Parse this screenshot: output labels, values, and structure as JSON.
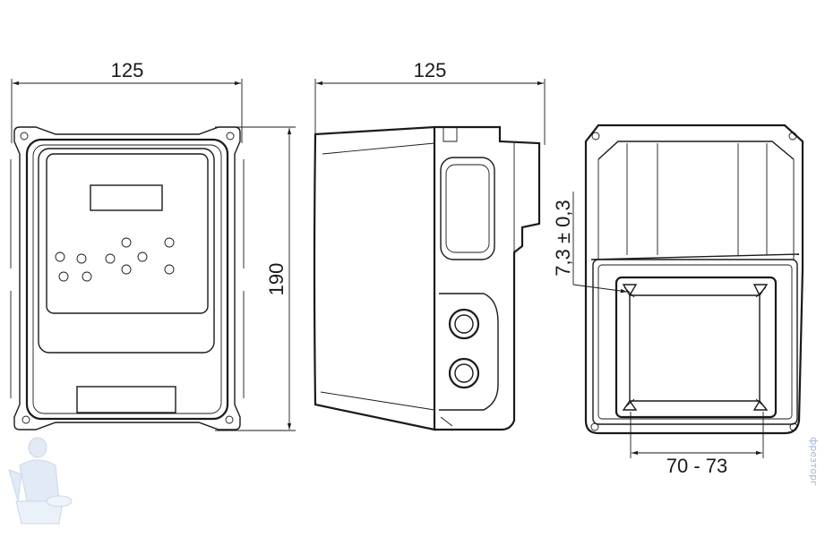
{
  "front_view": {
    "width_label": "125",
    "height_label": "190"
  },
  "side_view": {
    "depth_label": "125"
  },
  "back_view": {
    "slot_label": "7,3 ± 0,3",
    "span_label": "70 - 73"
  },
  "watermark": {
    "text": "фрезторг"
  },
  "colors": {
    "line": "#1a1a1a",
    "watermark": "#9fb8d8"
  }
}
